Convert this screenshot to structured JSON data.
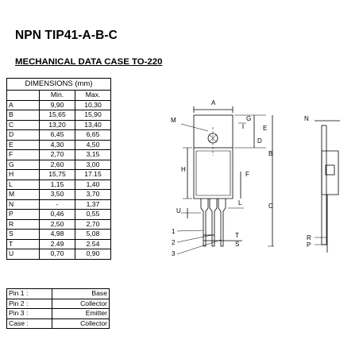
{
  "title": "NPN TIP41-A-B-C",
  "subtitle": "MECHANICAL DATA CASE TO-220",
  "dimensions": {
    "header": "DIMENSIONS (mm)",
    "min_label": "Min.",
    "max_label": "Max.",
    "rows": [
      {
        "label": "A",
        "min": "9,90",
        "max": "10,30"
      },
      {
        "label": "B",
        "min": "15,65",
        "max": "15,90"
      },
      {
        "label": "C",
        "min": "13,20",
        "max": "13,40"
      },
      {
        "label": "D",
        "min": "6,45",
        "max": "6,65"
      },
      {
        "label": "E",
        "min": "4,30",
        "max": "4,50"
      },
      {
        "label": "F",
        "min": "2,70",
        "max": "3,15"
      },
      {
        "label": "G",
        "min": "2,60",
        "max": "3,00"
      },
      {
        "label": "H",
        "min": "15,75",
        "max": "17.15"
      },
      {
        "label": "L",
        "min": "1,15",
        "max": "1,40"
      },
      {
        "label": "M",
        "min": "3,50",
        "max": "3,70"
      },
      {
        "label": "N",
        "min": "-",
        "max": "1,37"
      },
      {
        "label": "P",
        "min": "0,46",
        "max": "0,55"
      },
      {
        "label": "R",
        "min": "2,50",
        "max": "2,70"
      },
      {
        "label": "S",
        "min": "4,98",
        "max": "5,08"
      },
      {
        "label": "T",
        "min": "2.49",
        "max": "2.54"
      },
      {
        "label": "U",
        "min": "0,70",
        "max": "0,90"
      }
    ]
  },
  "pins": [
    {
      "label": "Pin 1 :",
      "value": "Base"
    },
    {
      "label": "Pin 2 :",
      "value": "Collector"
    },
    {
      "label": "Pin 3 :",
      "value": "Emitter"
    },
    {
      "label": "Case :",
      "value": "Collector"
    }
  ],
  "drawing_labels": {
    "A": "A",
    "B": "B",
    "C": "C",
    "D": "D",
    "E": "E",
    "F": "F",
    "G": "G",
    "H": "H",
    "L": "L",
    "M": "M",
    "N": "N",
    "P": "P",
    "R": "R",
    "S": "S",
    "T": "T",
    "U": "U",
    "pin1": "1",
    "pin2": "2",
    "pin3": "3"
  }
}
